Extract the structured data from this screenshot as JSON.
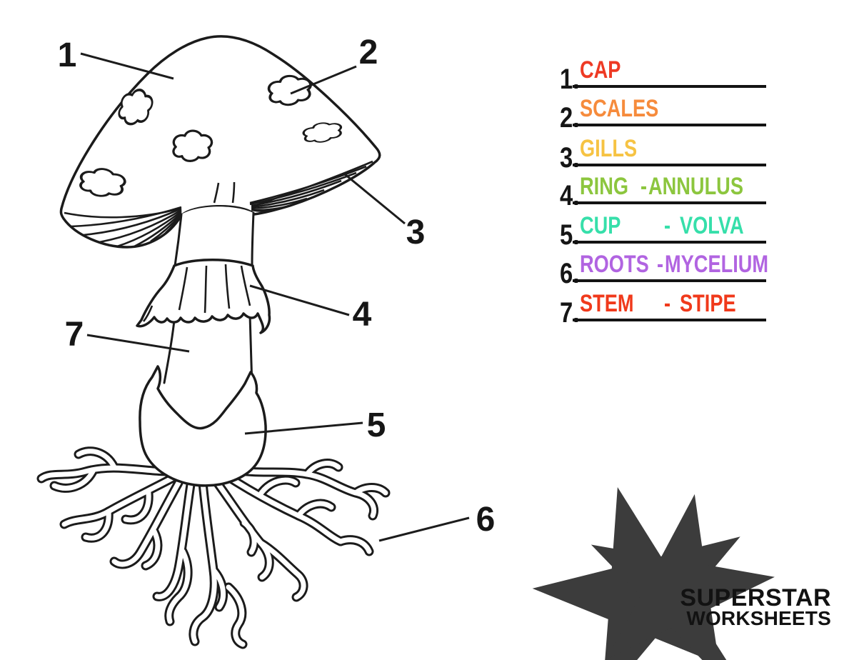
{
  "page": {
    "background_color": "#ffffff"
  },
  "diagram": {
    "labels": [
      {
        "number": "1"
      },
      {
        "number": "2"
      },
      {
        "number": "3"
      },
      {
        "number": "4"
      },
      {
        "number": "5"
      },
      {
        "number": "6"
      },
      {
        "number": "7"
      }
    ]
  },
  "answer_list": {
    "dash": "-",
    "items": [
      {
        "number": "1.",
        "term": "CAP",
        "color": "#ee3a24"
      },
      {
        "number": "2.",
        "term": "SCALES",
        "color": "#f68b3c"
      },
      {
        "number": "3.",
        "term": "GILLS",
        "color": "#f6c343"
      },
      {
        "number": "4.",
        "term": "RING",
        "alt": "ANNULUS",
        "color": "#8cc63e"
      },
      {
        "number": "5.",
        "term": "CUP",
        "alt": "VOLVA",
        "color": "#36dfaa"
      },
      {
        "number": "6.",
        "term": "ROOTS",
        "alt": "MYCELIUM",
        "color": "#b164e1"
      },
      {
        "number": "7.",
        "term": "STEM",
        "alt": "STIPE",
        "color": "#f0391b"
      }
    ]
  },
  "logo": {
    "line1": "SUPERSTAR",
    "line2": "WORKSHEETS"
  }
}
